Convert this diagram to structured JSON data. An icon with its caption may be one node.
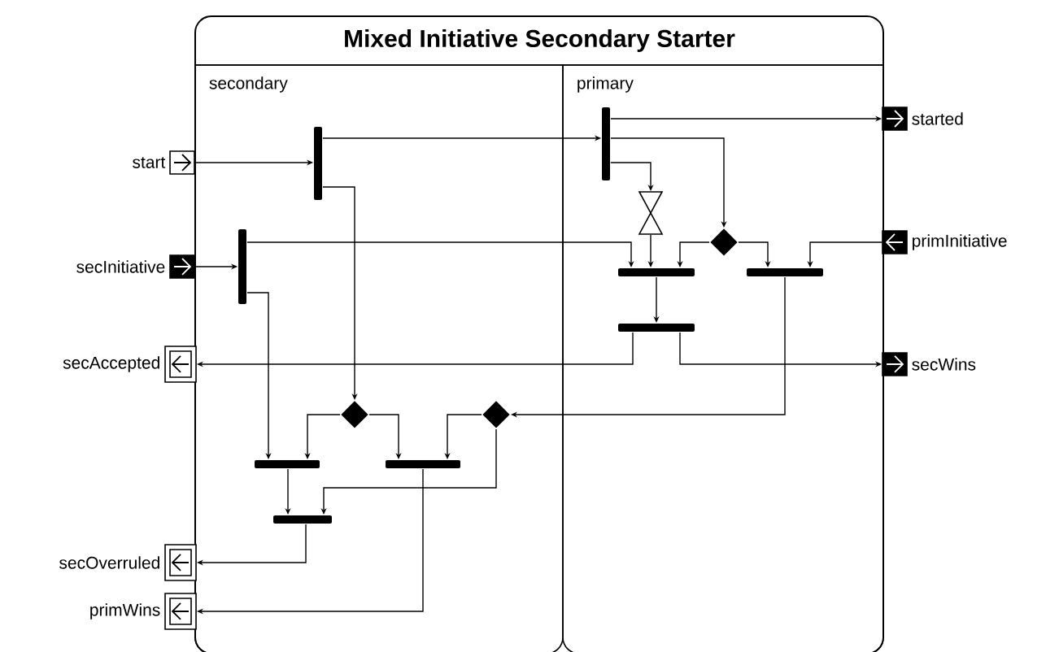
{
  "diagram": {
    "nodes": [
      {
        "text": [
          "Mixed Initiative Secondary Starter"
        ]
      },
      {
        "text": [
          "secondary"
        ],
        "in": 0
      },
      {
        "text": [
          "primary"
        ],
        "in": 0
      },
      {
        "text": [
          "start"
        ]
      },
      {
        "text": [
          "secInitiative"
        ]
      },
      {
        "text": [
          "started"
        ]
      },
      {
        "text": [
          "primInitiative"
        ]
      },
      {
        "text": [
          "secAccepted"
        ]
      },
      {
        "text": [
          "secWins"
        ]
      },
      {
        "text": [
          "secOverruled"
        ]
      },
      {
        "text": [
          "primWins"
        ]
      },
      {
        "text": [],
        "shape": "bar",
        "in": 1
      },
      {
        "text": [],
        "shape": "bar",
        "in": 1
      },
      {
        "text": [],
        "shape": "bar",
        "in": 2
      },
      {
        "text": [],
        "shape": "hourglass",
        "in": 2
      },
      {
        "text": [],
        "shape": "diamond",
        "in": 2
      },
      {
        "text": [],
        "shape": "bar",
        "in": 2
      },
      {
        "text": [],
        "shape": "bar",
        "in": 2
      },
      {
        "text": [],
        "shape": "bar",
        "in": 2
      },
      {
        "text": [],
        "shape": "diamond",
        "in": 1
      },
      {
        "text": [],
        "shape": "diamond",
        "in": 1
      },
      {
        "text": [],
        "shape": "bar",
        "in": 1
      },
      {
        "text": [],
        "shape": "bar",
        "in": 1
      },
      {
        "text": [],
        "shape": "bar",
        "in": 1
      }
    ],
    "edges": [
      {
        "from": 3,
        "to": 11,
        "arrow": "to"
      },
      {
        "from": 11,
        "to": 13,
        "arrow": "to"
      },
      {
        "from": 11,
        "to": 19,
        "arrow": "to"
      },
      {
        "from": 4,
        "to": 12,
        "arrow": "to"
      },
      {
        "from": 12,
        "to": 16,
        "arrow": "to"
      },
      {
        "from": 12,
        "to": 21,
        "arrow": "to"
      },
      {
        "from": 13,
        "to": 5,
        "arrow": "to"
      },
      {
        "from": 13,
        "to": 14,
        "arrow": "to"
      },
      {
        "from": 13,
        "to": 15,
        "arrow": "to"
      },
      {
        "from": 14,
        "to": 16,
        "arrow": "to"
      },
      {
        "from": 15,
        "to": 16,
        "arrow": "to"
      },
      {
        "from": 15,
        "to": 17,
        "arrow": "to"
      },
      {
        "from": 6,
        "to": 17,
        "arrow": "to"
      },
      {
        "from": 16,
        "to": 18,
        "arrow": "to"
      },
      {
        "from": 18,
        "to": 7,
        "arrow": "to"
      },
      {
        "from": 18,
        "to": 8,
        "arrow": "to"
      },
      {
        "from": 17,
        "to": 20,
        "arrow": "to"
      },
      {
        "from": 19,
        "to": 21,
        "arrow": "to"
      },
      {
        "from": 19,
        "to": 22,
        "arrow": "to"
      },
      {
        "from": 20,
        "to": 22,
        "arrow": "to"
      },
      {
        "from": 20,
        "to": 23,
        "arrow": "to"
      },
      {
        "from": 21,
        "to": 23,
        "arrow": "to"
      },
      {
        "from": 23,
        "to": 9,
        "arrow": "to"
      },
      {
        "from": 22,
        "to": 10,
        "arrow": "to"
      }
    ]
  }
}
